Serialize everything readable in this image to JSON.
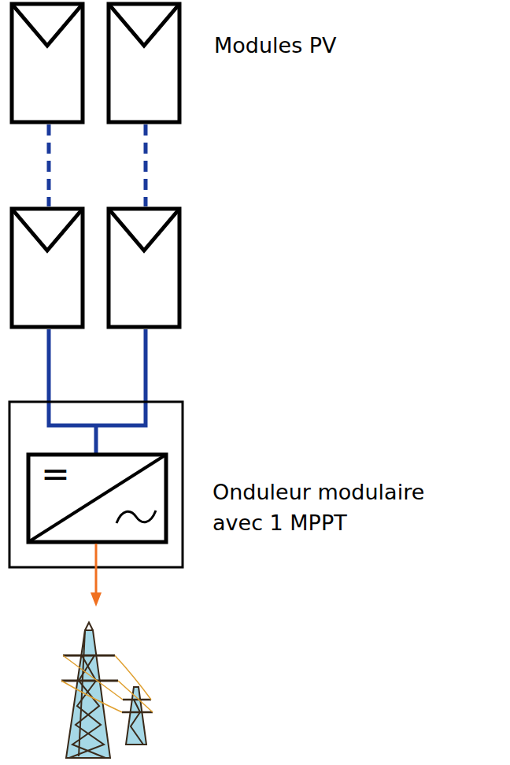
{
  "diagram": {
    "labels": [
      "Modules PV",
      "Onduleur modulaire avec 1 MPPT",
      "="
    ]
  }
}
